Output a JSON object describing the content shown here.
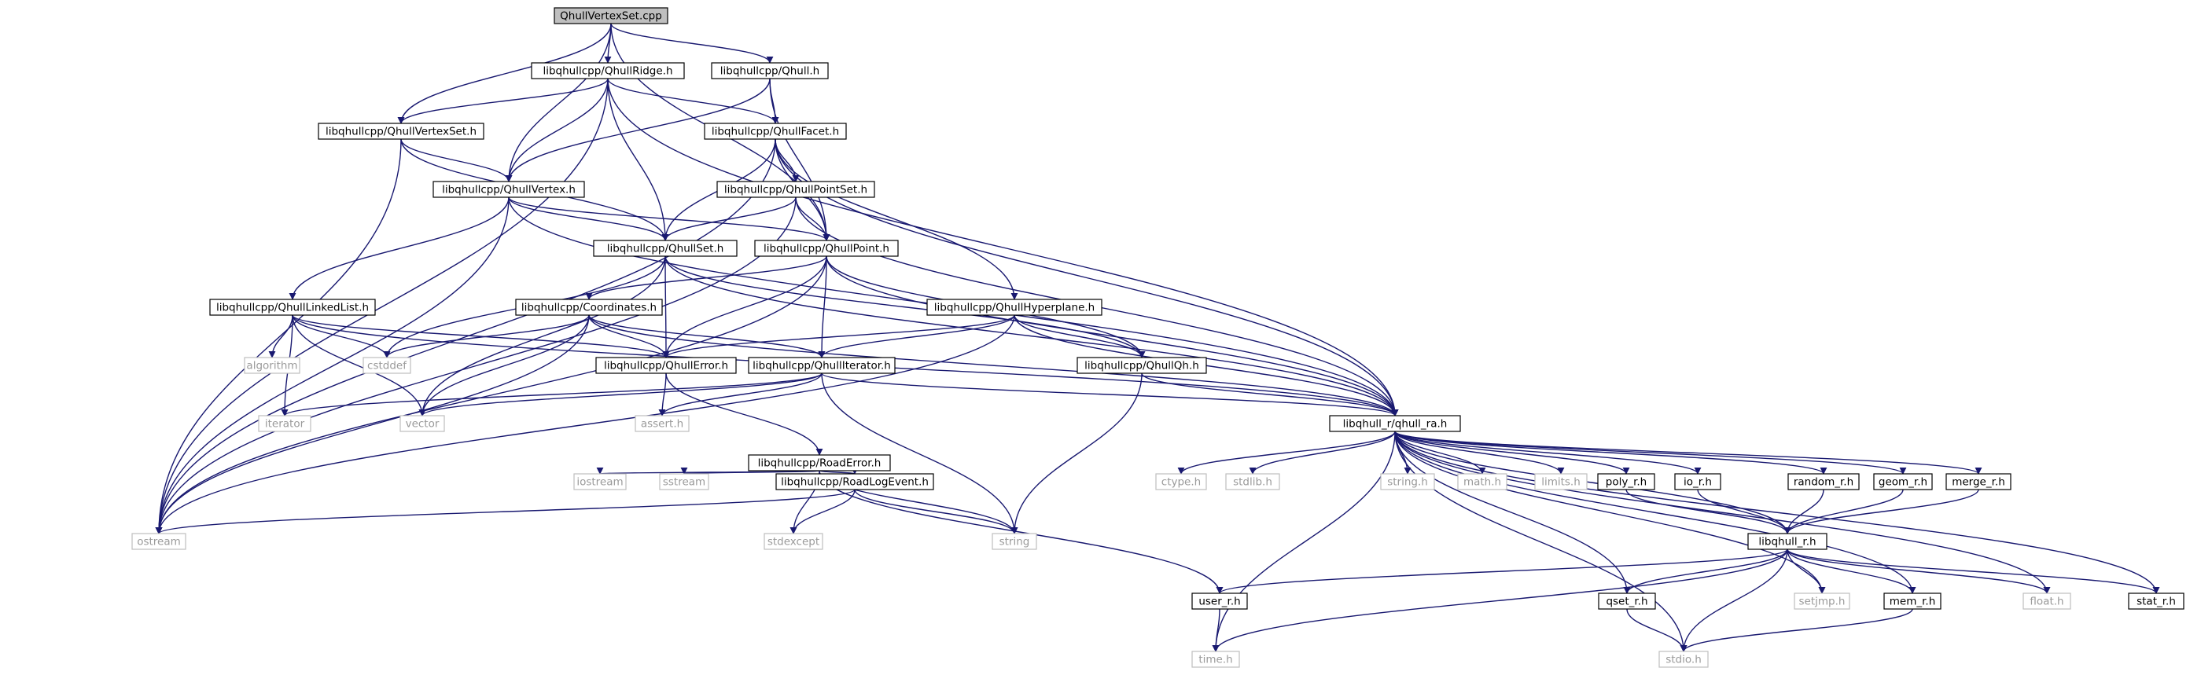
{
  "diagram": {
    "title": "",
    "nodes": [
      {
        "id": "QhullVertexSet_cpp",
        "label": "QhullVertexSet.cpp",
        "kind": "root"
      },
      {
        "id": "QhullRidge_h",
        "label": "libqhullcpp/QhullRidge.h",
        "kind": "local"
      },
      {
        "id": "Qhull_h",
        "label": "libqhullcpp/Qhull.h",
        "kind": "local"
      },
      {
        "id": "QhullVertexSet_h",
        "label": "libqhullcpp/QhullVertexSet.h",
        "kind": "local"
      },
      {
        "id": "QhullFacet_h",
        "label": "libqhullcpp/QhullFacet.h",
        "kind": "local"
      },
      {
        "id": "QhullVertex_h",
        "label": "libqhullcpp/QhullVertex.h",
        "kind": "local"
      },
      {
        "id": "QhullPointSet_h",
        "label": "libqhullcpp/QhullPointSet.h",
        "kind": "local"
      },
      {
        "id": "QhullSet_h",
        "label": "libqhullcpp/QhullSet.h",
        "kind": "local"
      },
      {
        "id": "QhullPoint_h",
        "label": "libqhullcpp/QhullPoint.h",
        "kind": "local"
      },
      {
        "id": "QhullLinkedList_h",
        "label": "libqhullcpp/QhullLinkedList.h",
        "kind": "local"
      },
      {
        "id": "Coordinates_h",
        "label": "libqhullcpp/Coordinates.h",
        "kind": "local"
      },
      {
        "id": "QhullHyperplane_h",
        "label": "libqhullcpp/QhullHyperplane.h",
        "kind": "local"
      },
      {
        "id": "algorithm",
        "label": "algorithm",
        "kind": "system"
      },
      {
        "id": "cstddef",
        "label": "cstddef",
        "kind": "system"
      },
      {
        "id": "QhullError_h",
        "label": "libqhullcpp/QhullError.h",
        "kind": "local"
      },
      {
        "id": "QhullIterator_h",
        "label": "libqhullcpp/QhullIterator.h",
        "kind": "local"
      },
      {
        "id": "QhullQh_h",
        "label": "libqhullcpp/QhullQh.h",
        "kind": "local"
      },
      {
        "id": "iterator",
        "label": "iterator",
        "kind": "system"
      },
      {
        "id": "vector",
        "label": "vector",
        "kind": "system"
      },
      {
        "id": "assert_h",
        "label": "assert.h",
        "kind": "system"
      },
      {
        "id": "qhull_ra_h",
        "label": "libqhull_r/qhull_ra.h",
        "kind": "local"
      },
      {
        "id": "RoadError_h",
        "label": "libqhullcpp/RoadError.h",
        "kind": "local"
      },
      {
        "id": "iostream",
        "label": "iostream",
        "kind": "system"
      },
      {
        "id": "sstream",
        "label": "sstream",
        "kind": "system"
      },
      {
        "id": "RoadLogEvent_h",
        "label": "libqhullcpp/RoadLogEvent.h",
        "kind": "local"
      },
      {
        "id": "ostream",
        "label": "ostream",
        "kind": "system"
      },
      {
        "id": "stdexcept",
        "label": "stdexcept",
        "kind": "system"
      },
      {
        "id": "string",
        "label": "string",
        "kind": "system"
      },
      {
        "id": "ctype_h",
        "label": "ctype.h",
        "kind": "system"
      },
      {
        "id": "stdlib_h",
        "label": "stdlib.h",
        "kind": "system"
      },
      {
        "id": "string_h",
        "label": "string.h",
        "kind": "system"
      },
      {
        "id": "math_h",
        "label": "math.h",
        "kind": "system"
      },
      {
        "id": "limits_h",
        "label": "limits.h",
        "kind": "system"
      },
      {
        "id": "poly_r_h",
        "label": "poly_r.h",
        "kind": "local"
      },
      {
        "id": "io_r_h",
        "label": "io_r.h",
        "kind": "local"
      },
      {
        "id": "random_r_h",
        "label": "random_r.h",
        "kind": "local"
      },
      {
        "id": "geom_r_h",
        "label": "geom_r.h",
        "kind": "local"
      },
      {
        "id": "merge_r_h",
        "label": "merge_r.h",
        "kind": "local"
      },
      {
        "id": "libqhull_r_h",
        "label": "libqhull_r.h",
        "kind": "local"
      },
      {
        "id": "user_r_h",
        "label": "user_r.h",
        "kind": "local"
      },
      {
        "id": "qset_r_h",
        "label": "qset_r.h",
        "kind": "local"
      },
      {
        "id": "setjmp_h",
        "label": "setjmp.h",
        "kind": "system"
      },
      {
        "id": "mem_r_h",
        "label": "mem_r.h",
        "kind": "local"
      },
      {
        "id": "float_h",
        "label": "float.h",
        "kind": "system"
      },
      {
        "id": "stat_r_h",
        "label": "stat_r.h",
        "kind": "local"
      },
      {
        "id": "time_h",
        "label": "time.h",
        "kind": "system"
      },
      {
        "id": "stdio_h",
        "label": "stdio.h",
        "kind": "system"
      }
    ],
    "edges": [
      [
        "QhullVertexSet_cpp",
        "QhullRidge_h"
      ],
      [
        "QhullVertexSet_cpp",
        "Qhull_h"
      ],
      [
        "QhullVertexSet_cpp",
        "QhullVertexSet_h"
      ],
      [
        "QhullVertexSet_cpp",
        "QhullVertex_h"
      ],
      [
        "QhullVertexSet_cpp",
        "QhullPoint_h"
      ],
      [
        "QhullRidge_h",
        "QhullVertexSet_h"
      ],
      [
        "QhullRidge_h",
        "QhullFacet_h"
      ],
      [
        "QhullRidge_h",
        "QhullVertex_h"
      ],
      [
        "QhullRidge_h",
        "QhullSet_h"
      ],
      [
        "QhullRidge_h",
        "qhull_ra_h"
      ],
      [
        "QhullRidge_h",
        "ostream"
      ],
      [
        "Qhull_h",
        "QhullFacet_h"
      ],
      [
        "Qhull_h",
        "QhullVertex_h"
      ],
      [
        "Qhull_h",
        "QhullPoint_h"
      ],
      [
        "QhullVertexSet_h",
        "QhullVertex_h"
      ],
      [
        "QhullVertexSet_h",
        "QhullSet_h"
      ],
      [
        "QhullVertexSet_h",
        "ostream"
      ],
      [
        "QhullFacet_h",
        "QhullPointSet_h"
      ],
      [
        "QhullFacet_h",
        "QhullSet_h"
      ],
      [
        "QhullFacet_h",
        "QhullPoint_h"
      ],
      [
        "QhullFacet_h",
        "QhullHyperplane_h"
      ],
      [
        "QhullFacet_h",
        "qhull_ra_h"
      ],
      [
        "QhullFacet_h",
        "ostream"
      ],
      [
        "QhullVertex_h",
        "QhullSet_h"
      ],
      [
        "QhullVertex_h",
        "QhullPoint_h"
      ],
      [
        "QhullVertex_h",
        "QhullLinkedList_h"
      ],
      [
        "QhullVertex_h",
        "qhull_ra_h"
      ],
      [
        "QhullVertex_h",
        "ostream"
      ],
      [
        "QhullPointSet_h",
        "QhullSet_h"
      ],
      [
        "QhullPointSet_h",
        "QhullPoint_h"
      ],
      [
        "QhullPointSet_h",
        "qhull_ra_h"
      ],
      [
        "QhullPointSet_h",
        "ostream"
      ],
      [
        "QhullSet_h",
        "QhullError_h"
      ],
      [
        "QhullSet_h",
        "QhullQh_h"
      ],
      [
        "QhullSet_h",
        "qhull_ra_h"
      ],
      [
        "QhullSet_h",
        "cstddef"
      ],
      [
        "QhullSet_h",
        "vector"
      ],
      [
        "QhullPoint_h",
        "Coordinates_h"
      ],
      [
        "QhullPoint_h",
        "QhullError_h"
      ],
      [
        "QhullPoint_h",
        "QhullIterator_h"
      ],
      [
        "QhullPoint_h",
        "QhullQh_h"
      ],
      [
        "QhullPoint_h",
        "qhull_ra_h"
      ],
      [
        "QhullPoint_h",
        "ostream"
      ],
      [
        "QhullLinkedList_h",
        "algorithm"
      ],
      [
        "QhullLinkedList_h",
        "cstddef"
      ],
      [
        "QhullLinkedList_h",
        "iterator"
      ],
      [
        "QhullLinkedList_h",
        "vector"
      ],
      [
        "QhullLinkedList_h",
        "QhullError_h"
      ],
      [
        "QhullLinkedList_h",
        "qhull_ra_h"
      ],
      [
        "Coordinates_h",
        "cstddef"
      ],
      [
        "Coordinates_h",
        "QhullError_h"
      ],
      [
        "Coordinates_h",
        "QhullIterator_h"
      ],
      [
        "Coordinates_h",
        "vector"
      ],
      [
        "Coordinates_h",
        "ostream"
      ],
      [
        "Coordinates_h",
        "qhull_ra_h"
      ],
      [
        "QhullHyperplane_h",
        "QhullError_h"
      ],
      [
        "QhullHyperplane_h",
        "QhullIterator_h"
      ],
      [
        "QhullHyperplane_h",
        "QhullQh_h"
      ],
      [
        "QhullHyperplane_h",
        "qhull_ra_h"
      ],
      [
        "QhullHyperplane_h",
        "ostream"
      ],
      [
        "QhullError_h",
        "assert_h"
      ],
      [
        "QhullError_h",
        "RoadError_h"
      ],
      [
        "QhullIterator_h",
        "assert_h"
      ],
      [
        "QhullIterator_h",
        "iterator"
      ],
      [
        "QhullIterator_h",
        "vector"
      ],
      [
        "QhullIterator_h",
        "string"
      ],
      [
        "QhullIterator_h",
        "qhull_ra_h"
      ],
      [
        "QhullQh_h",
        "qhull_ra_h"
      ],
      [
        "QhullQh_h",
        "string"
      ],
      [
        "RoadError_h",
        "iostream"
      ],
      [
        "RoadError_h",
        "sstream"
      ],
      [
        "RoadError_h",
        "stdexcept"
      ],
      [
        "RoadError_h",
        "RoadLogEvent_h"
      ],
      [
        "RoadError_h",
        "string"
      ],
      [
        "RoadError_h",
        "user_r_h"
      ],
      [
        "RoadLogEvent_h",
        "ostream"
      ],
      [
        "RoadLogEvent_h",
        "stdexcept"
      ],
      [
        "RoadLogEvent_h",
        "string"
      ],
      [
        "qhull_ra_h",
        "ctype_h"
      ],
      [
        "qhull_ra_h",
        "stdlib_h"
      ],
      [
        "qhull_ra_h",
        "string_h"
      ],
      [
        "qhull_ra_h",
        "math_h"
      ],
      [
        "qhull_ra_h",
        "limits_h"
      ],
      [
        "qhull_ra_h",
        "poly_r_h"
      ],
      [
        "qhull_ra_h",
        "io_r_h"
      ],
      [
        "qhull_ra_h",
        "random_r_h"
      ],
      [
        "qhull_ra_h",
        "geom_r_h"
      ],
      [
        "qhull_ra_h",
        "merge_r_h"
      ],
      [
        "qhull_ra_h",
        "libqhull_r_h"
      ],
      [
        "qhull_ra_h",
        "qset_r_h"
      ],
      [
        "qhull_ra_h",
        "setjmp_h"
      ],
      [
        "qhull_ra_h",
        "mem_r_h"
      ],
      [
        "qhull_ra_h",
        "float_h"
      ],
      [
        "qhull_ra_h",
        "stat_r_h"
      ],
      [
        "qhull_ra_h",
        "time_h"
      ],
      [
        "qhull_ra_h",
        "stdio_h"
      ],
      [
        "poly_r_h",
        "libqhull_r_h"
      ],
      [
        "io_r_h",
        "libqhull_r_h"
      ],
      [
        "random_r_h",
        "libqhull_r_h"
      ],
      [
        "geom_r_h",
        "libqhull_r_h"
      ],
      [
        "merge_r_h",
        "libqhull_r_h"
      ],
      [
        "libqhull_r_h",
        "user_r_h"
      ],
      [
        "libqhull_r_h",
        "qset_r_h"
      ],
      [
        "libqhull_r_h",
        "setjmp_h"
      ],
      [
        "libqhull_r_h",
        "mem_r_h"
      ],
      [
        "libqhull_r_h",
        "float_h"
      ],
      [
        "libqhull_r_h",
        "stat_r_h"
      ],
      [
        "libqhull_r_h",
        "time_h"
      ],
      [
        "libqhull_r_h",
        "stdio_h"
      ],
      [
        "user_r_h",
        "time_h"
      ],
      [
        "qset_r_h",
        "stdio_h"
      ],
      [
        "mem_r_h",
        "stdio_h"
      ]
    ]
  }
}
